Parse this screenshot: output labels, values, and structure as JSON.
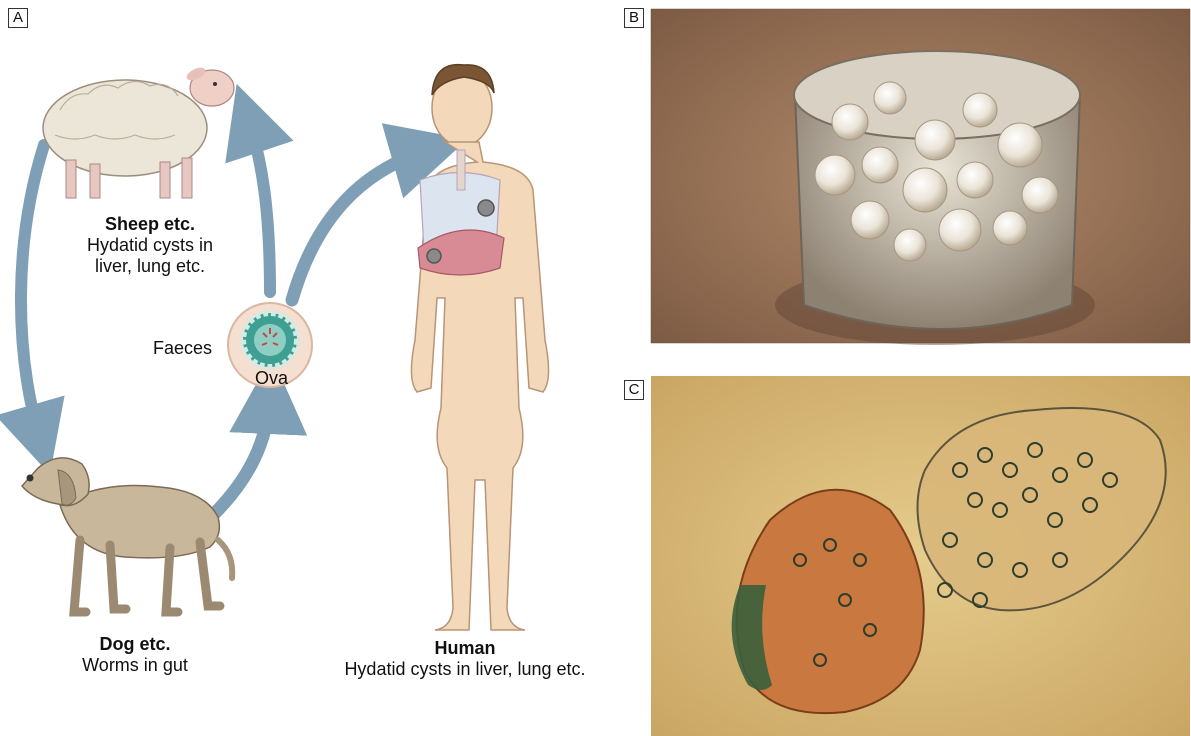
{
  "panels": {
    "a": "A",
    "b": "B",
    "c": "C"
  },
  "sheep": {
    "title": "Sheep etc.",
    "line1": "Hydatid cysts in",
    "line2": "liver, lung etc."
  },
  "dog": {
    "title": "Dog etc.",
    "line1": "Worms in gut"
  },
  "human": {
    "title": "Human",
    "line1": "Hydatid cysts in liver, lung etc."
  },
  "faeces_label": "Faeces",
  "ova_label": "Ova",
  "colors": {
    "arrow": "#7f9fb6",
    "skin": "#f3d8b9",
    "sheep_wool": "#ece6d8",
    "dog": "#c9b79c"
  }
}
